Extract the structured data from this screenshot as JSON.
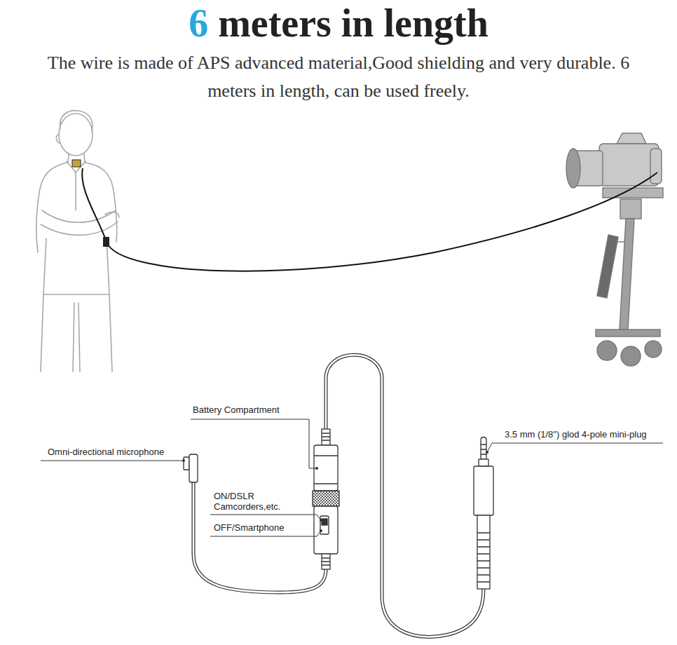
{
  "diagram": {
    "title": "6 meters in length",
    "labels": [
      "The wire is made of APS advanced material,Good shielding and very durable. 6 meters in length, can be used freely.",
      "Battery Compartment",
      "Omni-directional microphone",
      "ON/DSLR Camcorders,etc.",
      "OFF/Smartphone",
      "3.5 mm (1/8\") glod 4-pole mini-plug"
    ]
  }
}
